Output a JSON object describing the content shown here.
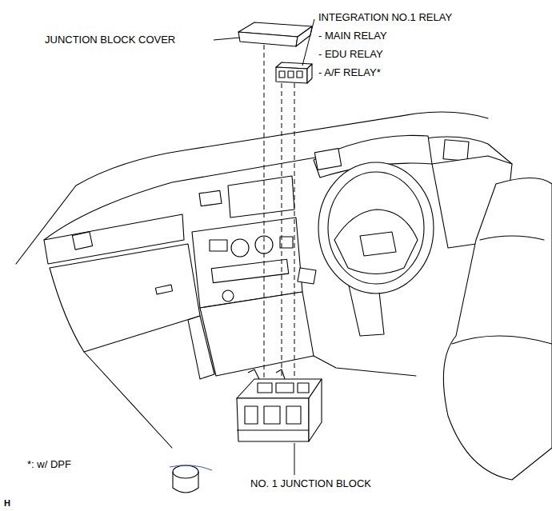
{
  "diagram": {
    "labels": [
      "JUNCTION BLOCK COVER",
      "INTEGRATION NO.1 RELAY",
      "- MAIN RELAY",
      "- EDU RELAY",
      "- A/F RELAY*",
      "*: w/ DPF",
      "NO. 1 JUNCTION BLOCK",
      "H"
    ]
  }
}
